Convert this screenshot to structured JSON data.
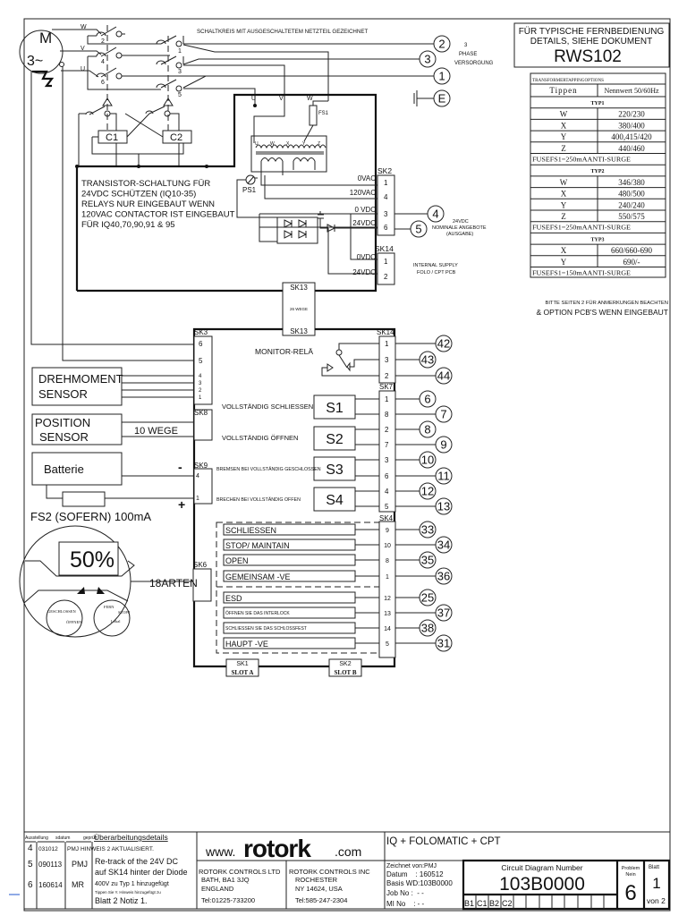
{
  "header": {
    "note": "SCHALTKREIS MIT AUSGESCHALTETEM NETZTEIL GEZEICHNET",
    "supply_label": [
      "3",
      "PHASE",
      "VERSORGUNG"
    ]
  },
  "motor": {
    "label": "M",
    "phase": "3~",
    "wires": [
      "W",
      "V",
      "U"
    ]
  },
  "contacts": [
    "2",
    "1",
    "4",
    "3",
    "6",
    "5"
  ],
  "coils": [
    "C1",
    "C2"
  ],
  "fuse_fs1": "FS1",
  "transformer": {
    "feeds": [
      "U",
      "V",
      "W"
    ],
    "taps": [
      "U",
      "W",
      "X",
      "Y",
      "Z"
    ]
  },
  "ps1": "PS1",
  "transistor_note": [
    "TRANSISTOR-SCHALTUNG FÜR",
    "24VDC SCHÜTZEN (IQ10-35)",
    "RELAYS NUR EINGEBAUT WENN",
    "120VAC CONTACTOR IST EINGEBAUT",
    "FÜR IQ40,70,90,91 & 95"
  ],
  "reference_box": {
    "line1": "FÜR TYPISCHE FERNBEDIENUNG",
    "line2": "DETAILS, SIEHE DOKUMENT",
    "doc": "RWS102"
  },
  "transformer_table": {
    "title": "TRANSFORMERTAPPINGOPTIONS",
    "col1": "Tippen",
    "col2": "Nennwert 50/60Hz",
    "rows": [
      {
        "kind": "group",
        "label": "TYP1"
      },
      {
        "kind": "row",
        "tap": "W",
        "value": "220/230"
      },
      {
        "kind": "row",
        "tap": "X",
        "value": "380/400"
      },
      {
        "kind": "row",
        "tap": "Y",
        "value": "400,415/420"
      },
      {
        "kind": "row",
        "tap": "Z",
        "value": "440/460"
      },
      {
        "kind": "fuse",
        "label": "FUSEFS1=250mAANTI-SURGE"
      },
      {
        "kind": "group",
        "label": "TYP2"
      },
      {
        "kind": "row",
        "tap": "W",
        "value": "346/380"
      },
      {
        "kind": "row",
        "tap": "X",
        "value": "480/500"
      },
      {
        "kind": "row",
        "tap": "Y",
        "value": "240/240"
      },
      {
        "kind": "row",
        "tap": "Z",
        "value": "550/575"
      },
      {
        "kind": "fuse",
        "label": "FUSEFS1=250mAANTI-SURGE"
      },
      {
        "kind": "group",
        "label": "TYP3"
      },
      {
        "kind": "row",
        "tap": "X",
        "value": "660/660-690"
      },
      {
        "kind": "row",
        "tap": "Y",
        "value": "690/-"
      },
      {
        "kind": "fuse",
        "label": "FUSEFS1=150mAANTI-SURGE"
      }
    ]
  },
  "notes": {
    "see_page": "BITTE SEITEN 2 FÜR ANMERKUNGEN BEACHTEN",
    "option_pcb": "& OPTION PCB'S WENN EINGEBAUT",
    "nominal": [
      "24VDC",
      "NOMINALE ANGEBOTE",
      "(AUSGABE)"
    ],
    "internal_supply": [
      "INTERNAL SUPPLY",
      "FOLO / CPT PCB"
    ]
  },
  "sk2": {
    "name": "SK2",
    "pins": [
      "1",
      "4",
      "3",
      "6"
    ],
    "signals": [
      "0VAC",
      "120VAC",
      "0 VDC",
      "24VDC"
    ]
  },
  "sk14_supply": {
    "name": "SK14",
    "pins": [
      "1",
      "2"
    ],
    "signals": [
      "0VDC",
      "24VDC"
    ]
  },
  "sk13": {
    "top": "SK13",
    "middle": "26 WEGE",
    "bottom": "SK13"
  },
  "terminals_top": [
    "2",
    "3",
    "1",
    "E"
  ],
  "terminals_supply": [
    "4",
    "5"
  ],
  "sk3": {
    "name": "SK3",
    "pins": [
      "6",
      "5",
      "4",
      "3",
      "2",
      "1"
    ]
  },
  "sk8": {
    "name": "SK8"
  },
  "sk9": {
    "name": "SK9",
    "pins": [
      "4",
      "1"
    ]
  },
  "sk6": {
    "name": "SK6"
  },
  "sk14_monitor": {
    "name": "SK14",
    "pins": [
      "1",
      "3",
      "2"
    ],
    "terminals": [
      "42",
      "43",
      "44"
    ],
    "label": "MONITOR-RELÄ"
  },
  "sk7": {
    "name": "SK7",
    "pins": [
      "1",
      "8",
      "2",
      "7",
      "3",
      "6",
      "4",
      "5"
    ],
    "terminals": [
      "6",
      "7",
      "8",
      "9",
      "10",
      "11",
      "12",
      "13"
    ],
    "switches": [
      {
        "id": "S1",
        "label": "VOLLSTÄNDIG SCHLIESSEN"
      },
      {
        "id": "S2",
        "label": "VOLLSTÄNDIG ÖFFNEN"
      },
      {
        "id": "S3",
        "label": "BREMSEN BEI VOLLSTÄNDIG GESCHLOSSEN"
      },
      {
        "id": "S4",
        "label": "BRECHEN BEI VOLLSTÄNDIG OFFEN"
      }
    ]
  },
  "sk4": {
    "name": "SK4",
    "pins": [
      "9",
      "10",
      "8",
      "1",
      "12",
      "13",
      "14",
      "5"
    ],
    "terminals": [
      "33",
      "34",
      "35",
      "36",
      "25",
      "37",
      "38",
      "31"
    ],
    "inputs": [
      "SCHLIESSEN",
      "STOP/ MAINTAIN",
      "OPEN",
      "GEMEINSAM -VE",
      "ESD",
      "ÖFFNEN SIE DAS INTERLOCK",
      "SCHLIESSEN SIE DAS SCHLOSSFEST",
      "HAUPT -VE"
    ]
  },
  "slots": [
    {
      "sk": "SK1",
      "slot": "SLOT A"
    },
    {
      "sk": "SK2",
      "slot": "SLOT B"
    }
  ],
  "sensors": {
    "torque": [
      "DREHMOMENT",
      "SENSOR"
    ],
    "position": [
      "POSITION",
      "SENSOR"
    ],
    "position_cable": "10 WEGE",
    "battery": "Batterie",
    "minus": "-",
    "plus": "+",
    "fuse_fs2": "FS2 (SOFERN) 100mA"
  },
  "display": {
    "value": "50%",
    "cable": "18ARTEN",
    "left_knob": [
      "GESCHLOSSEN",
      "ÖFFNEN"
    ],
    "right_knob": [
      "FERN",
      "STOPP",
      "Lokal"
    ]
  },
  "title_block": {
    "rev_headers": [
      "Ausstellung",
      "sdatum",
      "geprüft",
      "Überarbeitungsdetails"
    ],
    "revisions": [
      {
        "no": "4",
        "date": "031012",
        "by": "PMJ",
        "details": [
          "HINWEIS 2 AKTUALISIERT."
        ]
      },
      {
        "no": "5",
        "date": "090113",
        "by": "PMJ",
        "details": [
          "Re-track of the 24V DC",
          "auf SK14 hinter der Diode"
        ]
      },
      {
        "no": "6",
        "date": "160614",
        "by": "MR",
        "details": [
          "400V zu Typ 1 hinzugefügt",
          "Tippen Sie Y. Hinweis hinzugefügt zu",
          "Blatt 2 Notiz 1."
        ]
      }
    ],
    "logo": {
      "prefix": "www.",
      "brand": "rotork",
      "suffix": ".com"
    },
    "company_uk": [
      "ROTORK CONTROLS LTD",
      "BATH, BA1 3JQ",
      "ENGLAND",
      "Tel:01225-733200"
    ],
    "company_us": [
      "ROTORK CONTROLS INC",
      "ROCHESTER",
      "NY 14624, USA",
      "Tel:585-247-2304"
    ],
    "product": "IQ + FOLOMATIC + CPT",
    "drawn_by": "Zeichnet von:PMJ",
    "date": "Datum    : 160512",
    "basis": "Basis WD:103B0000",
    "job": "Job No :  - -",
    "mi": "MI No    : - -",
    "number_label": "Circuit Diagram Number",
    "number": "103B0000",
    "grid_cells": [
      "B1",
      "C1",
      "B2",
      "C2"
    ],
    "issue_label": [
      "Problem",
      "Nein"
    ],
    "issue": "6",
    "sheet_label": "Blatt",
    "sheet": "1",
    "sheet_of": "von 2"
  }
}
